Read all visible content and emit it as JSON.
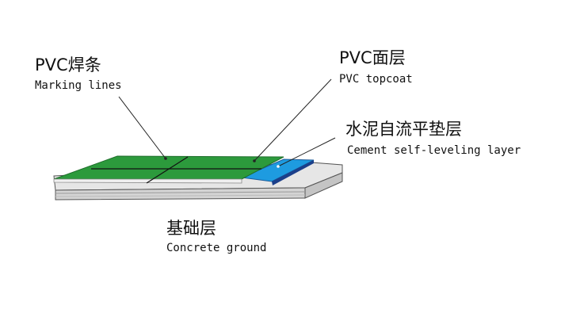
{
  "labels": {
    "pvc_weld": {
      "cn": "PVC焊条",
      "en": "Marking lines"
    },
    "pvc_topcoat": {
      "cn": "PVC面层",
      "en": "PVC topcoat"
    },
    "cement": {
      "cn": "水泥自流平垫层",
      "en": "Cement self-leveling layer"
    },
    "ground": {
      "cn": "基础层",
      "en": "Concrete ground"
    }
  },
  "colors": {
    "pvc_green": "#2c9a3c",
    "cement_blue": "#1e9be0",
    "concrete_gray": "#e4e4e4",
    "outline": "#333333"
  }
}
